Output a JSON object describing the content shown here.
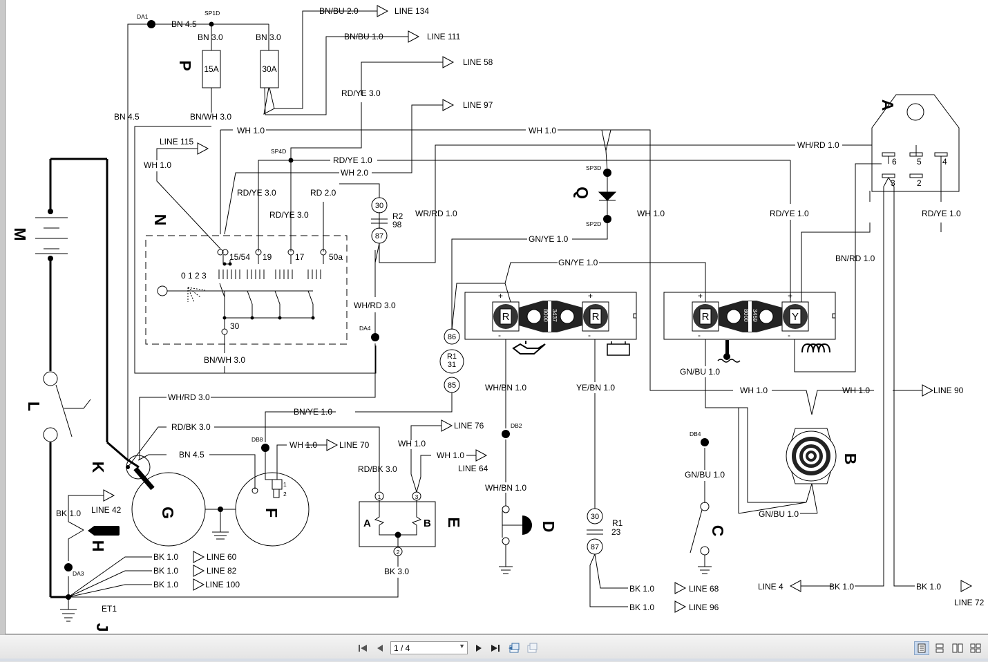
{
  "document": {
    "components": {
      "A": "A",
      "B": "B",
      "C": "C",
      "D": "D",
      "E": "E",
      "F": "F",
      "G": "G",
      "H": "H",
      "J": "J",
      "K": "K",
      "L": "L",
      "M": "M",
      "N": "N",
      "P": "P",
      "Q": "Q"
    },
    "fuses": {
      "p": "15A",
      "q": "30A"
    },
    "splices": {
      "da1": "DA1",
      "sp1d": "SP1D",
      "sp4d": "SP4D",
      "sp3d": "SP3D",
      "sp2d": "SP2D",
      "da4": "DA4",
      "db2": "DB2",
      "db8": "DB8",
      "db4": "DB4",
      "da3": "DA3",
      "et1": "ET1"
    },
    "wires": {
      "bn45_top": "BN 4.5",
      "bn30_a": "BN 3.0",
      "bn30_b": "BN 3.0",
      "bnbu20": "BN/BU 2.0",
      "bnbu10": "BN/BU 1.0",
      "rdye30_top": "RD/YE 3.0",
      "bn45_left": "BN 4.5",
      "bnwh30_top": "BN/WH 3.0",
      "wh10_a": "WH 1.0",
      "wh10_b": "WH 1.0",
      "wh10_n": "WH 1.0",
      "whrd10": "WH/RD 1.0",
      "rdye10_mid": "RD/YE 1.0",
      "wh20": "WH 2.0",
      "rdye30_n1": "RD/YE 3.0",
      "rdye30_n2": "RD/YE 3.0",
      "rd20": "RD 2.0",
      "wrrd10": "WR/RD 1.0",
      "wh10_c": "WH 1.0",
      "rdye10_r": "RD/YE 1.0",
      "rdye10_a": "RD/YE 1.0",
      "bnrd10": "BN/RD 1.0",
      "gnye10_a": "GN/YE 1.0",
      "gnye10_b": "GN/YE 1.0",
      "whrd30_a": "WH/RD 3.0",
      "bnwh30_bot": "BN/WH 3.0",
      "whrd30_b": "WH/RD 3.0",
      "rdbk30_a": "RD/BK 3.0",
      "bnye10": "BN/YE 1.0",
      "bn45_g": "BN 4.5",
      "wh10_f": "WH 1.0",
      "wh10_e": "WH 1.0",
      "wh10_e2": "WH 1.0",
      "rdbk30_b": "RD/BK 3.0",
      "whbn10_a": "WH/BN 1.0",
      "whbn10_b": "WH/BN 1.0",
      "yebn10": "YE/BN 1.0",
      "gnbu10_a": "GN/BU 1.0",
      "gnbu10_b": "GN/BU 1.0",
      "gnbu10_c": "GN/BU 1.0",
      "wh10_b1": "WH 1.0",
      "wh10_b2": "WH 1.0",
      "bk10_h": "BK 1.0",
      "bk10_60": "BK 1.0",
      "bk10_82": "BK 1.0",
      "bk10_100": "BK 1.0",
      "bk30_e": "BK 3.0",
      "bk10_68": "BK 1.0",
      "bk10_96": "BK 1.0",
      "bk10_4": "BK 1.0",
      "bk10_72": "BK 1.0"
    },
    "lines": {
      "l134": "LINE 134",
      "l111": "LINE 111",
      "l58": "LINE 58",
      "l97": "LINE 97",
      "l115": "LINE 115",
      "l90": "LINE 90",
      "l76": "LINE 76",
      "l70": "LINE 70",
      "l64": "LINE 64",
      "l42": "LINE 42",
      "l60": "LINE 60",
      "l82": "LINE 82",
      "l100": "LINE 100",
      "l68": "LINE 68",
      "l96": "LINE 96",
      "l4": "LINE 4",
      "l72": "LINE 72"
    },
    "ignition": {
      "t1554": "15/54",
      "t19": "19",
      "t17": "17",
      "t50a": "50a",
      "t30": "30",
      "positions": "0 1 2 3"
    },
    "relays": {
      "r2_top": "30",
      "r2_bot": "87",
      "r2_name": "R2",
      "r2_num": "98",
      "r1a_top": "86",
      "r1a_name": "R1",
      "r1a_num": "31",
      "r1a_bot": "85",
      "r1b_top": "30",
      "r1b_bot": "87",
      "r1b_name": "R1",
      "r1b_num": "23"
    },
    "connector_a": {
      "p6": "6",
      "p5": "5",
      "p4": "4",
      "p3": "3",
      "p2": "2"
    },
    "module_e": {
      "left": "A",
      "right": "B",
      "p1": "1",
      "p2": "2",
      "p3": "3"
    },
    "module_f": {
      "p1": "1",
      "p2": "2"
    },
    "panel_left": {
      "r1": "R",
      "r2": "R",
      "code1": "8000",
      "code2": "3437",
      "plus1": "+",
      "plus2": "+",
      "minus1": "-",
      "minus2": "-"
    },
    "panel_right": {
      "r1": "R",
      "y": "Y",
      "code1": "8000",
      "code2": "3459",
      "plus1": "+",
      "plus2": "+",
      "minus1": "-",
      "minus2": "-"
    }
  },
  "viewer": {
    "page_indicator": "1 / 4",
    "nav_icons": [
      "first-page-icon",
      "previous-page-icon",
      "next-page-icon",
      "last-page-icon"
    ],
    "tool_icons": [
      "go-back-icon",
      "go-forward-icon"
    ],
    "view_icons": [
      "single-page-view-icon",
      "continuous-view-icon",
      "facing-view-icon",
      "continuous-facing-view-icon"
    ]
  }
}
